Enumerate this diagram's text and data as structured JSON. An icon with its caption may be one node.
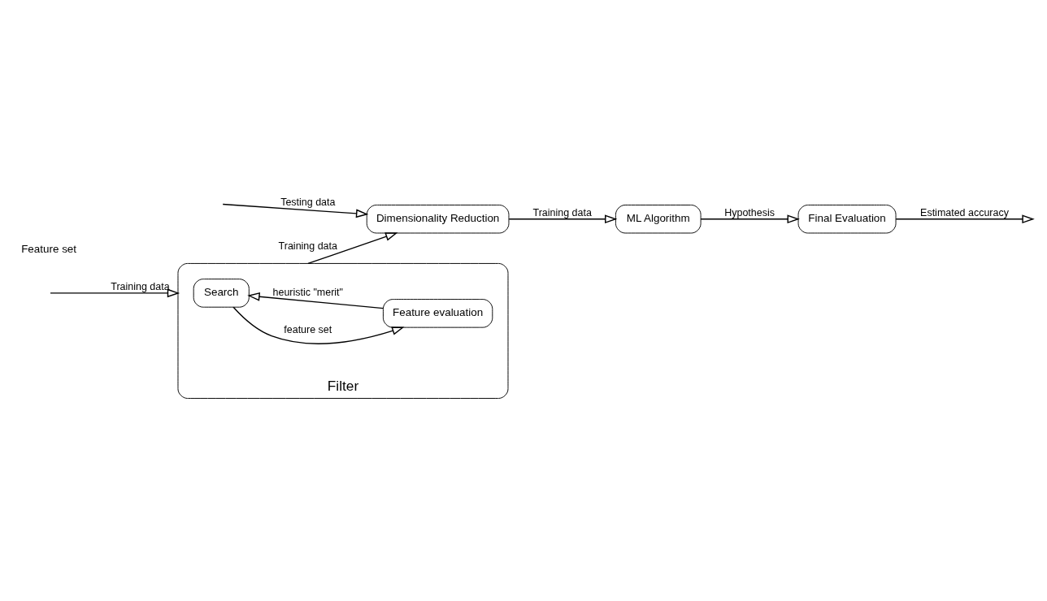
{
  "diagram": {
    "nodes": [
      {
        "text": [
          "Filter"
        ]
      },
      {
        "text": [
          "Search"
        ],
        "in": 0
      },
      {
        "text": [
          "Feature evaluation"
        ],
        "in": 0
      },
      {
        "text": [
          "Dimensionality Reduction"
        ]
      },
      {
        "text": [
          "ML Algorithm"
        ]
      },
      {
        "text": [
          "Final Evaluation"
        ]
      }
    ],
    "edges": [
      {
        "from": null,
        "to": 3,
        "arrow": "to",
        "label": "Testing data"
      },
      {
        "from": null,
        "to": 0,
        "arrow": "to",
        "label": "Training data"
      },
      {
        "from": 1,
        "to": 2,
        "arrow": "to",
        "label": "feature set"
      },
      {
        "from": 2,
        "to": 1,
        "arrow": "to",
        "label": "heuristic \"merit\""
      },
      {
        "from": 0,
        "to": 3,
        "arrow": "to",
        "label": "Training data"
      },
      {
        "from": 3,
        "to": 4,
        "arrow": "to",
        "label": "Training data"
      },
      {
        "from": 4,
        "to": 5,
        "arrow": "to",
        "label": "Hypothesis"
      },
      {
        "from": 5,
        "to": null,
        "arrow": "to",
        "label": "Estimated accuracy"
      }
    ],
    "labels": [
      "Feature set"
    ]
  }
}
